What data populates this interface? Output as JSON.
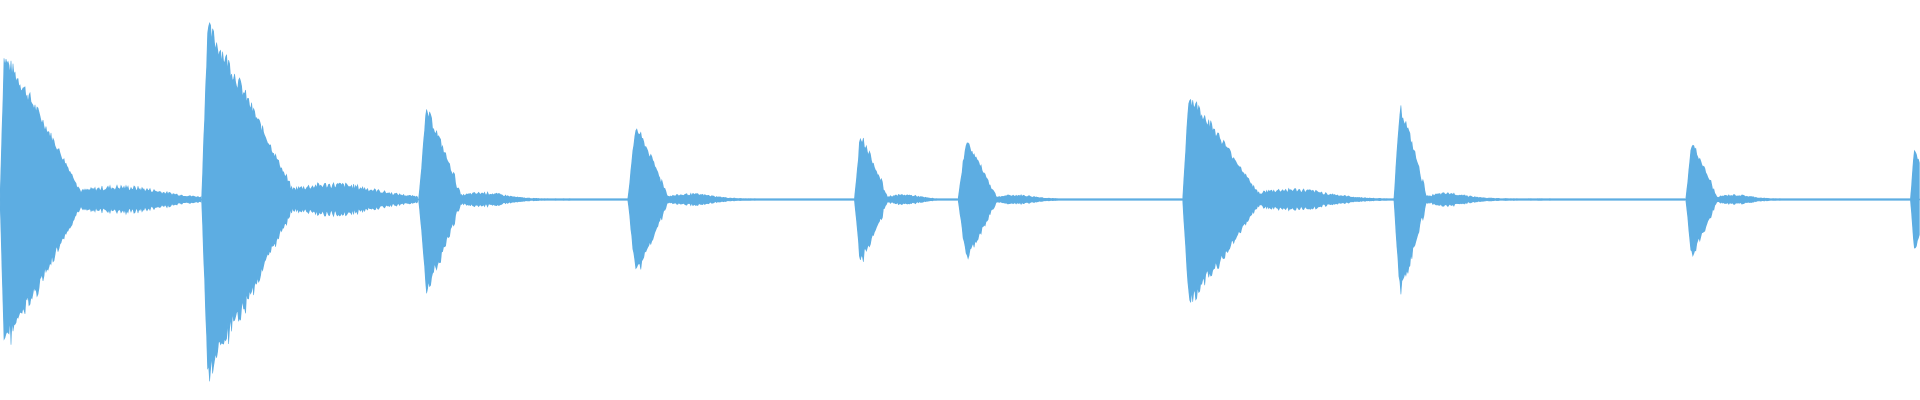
{
  "waveform": {
    "color": "#5dade2",
    "background": "#ffffff",
    "duration": 1,
    "transients": [
      {
        "time": 0.0,
        "peak": 0.68,
        "attack": 0.002,
        "decay": 0.04,
        "tail": 0.1,
        "tail_amp": 0.05,
        "bump": 0.07
      },
      {
        "time": 0.105,
        "peak": 0.82,
        "attack": 0.003,
        "decay": 0.044,
        "tail": 0.1,
        "tail_amp": 0.06,
        "bump": 0.075
      },
      {
        "time": 0.218,
        "peak": 0.43,
        "attack": 0.004,
        "decay": 0.018,
        "tail": 0.08,
        "tail_amp": 0.025,
        "bump": 0.03
      },
      {
        "time": 0.327,
        "peak": 0.35,
        "attack": 0.004,
        "decay": 0.017,
        "tail": 0.09,
        "tail_amp": 0.02,
        "bump": 0.03
      },
      {
        "time": 0.445,
        "peak": 0.31,
        "attack": 0.003,
        "decay": 0.014,
        "tail": 0.04,
        "tail_amp": 0.018,
        "bump": 0.02
      },
      {
        "time": 0.499,
        "peak": 0.28,
        "attack": 0.004,
        "decay": 0.016,
        "tail": 0.08,
        "tail_amp": 0.016,
        "bump": 0.025
      },
      {
        "time": 0.616,
        "peak": 0.49,
        "attack": 0.003,
        "decay": 0.036,
        "tail": 0.07,
        "tail_amp": 0.04,
        "bump": 0.06
      },
      {
        "time": 0.726,
        "peak": 0.45,
        "attack": 0.003,
        "decay": 0.014,
        "tail": 0.1,
        "tail_amp": 0.022,
        "bump": 0.025
      },
      {
        "time": 0.878,
        "peak": 0.27,
        "attack": 0.003,
        "decay": 0.013,
        "tail": 0.1,
        "tail_amp": 0.016,
        "bump": 0.02
      },
      {
        "time": 0.995,
        "peak": 0.24,
        "attack": 0.002,
        "decay": 0.01,
        "tail": 0.01,
        "tail_amp": 0.01,
        "bump": 0.01
      }
    ]
  }
}
